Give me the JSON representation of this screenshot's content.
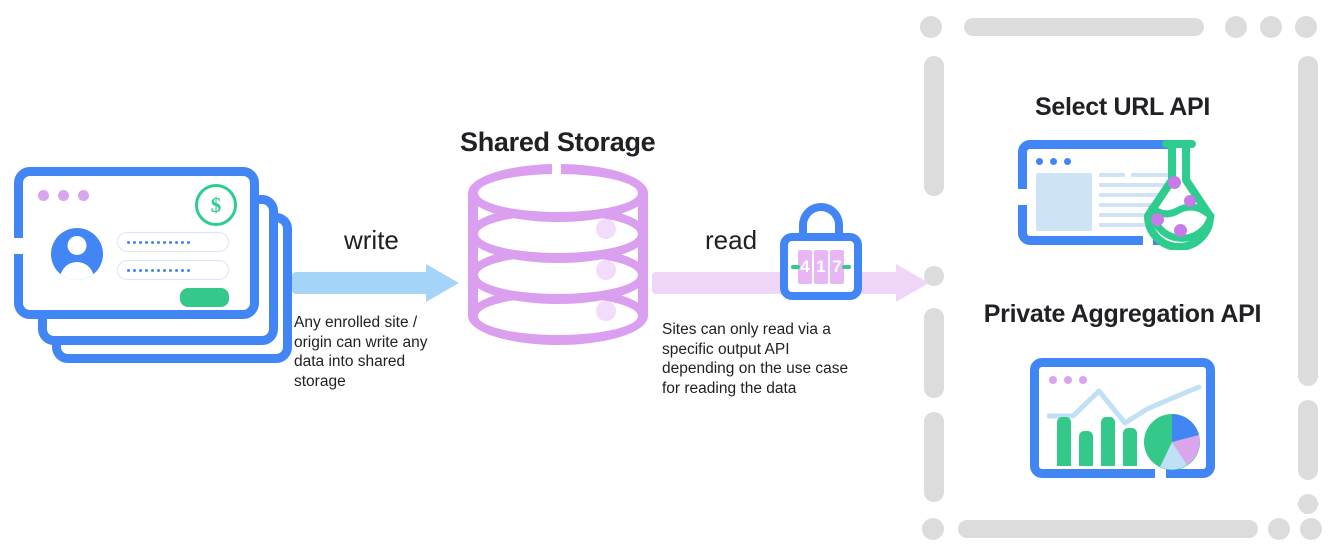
{
  "diagram": {
    "title": "Shared Storage write and read flow",
    "center": {
      "label": "Shared Storage",
      "icon": "database-cylinder-icon"
    },
    "flows": [
      {
        "id": "write",
        "label": "write",
        "caption": "Any enrolled site /\norigin can write any\ndata into shared\nstorage",
        "arrow_color": "#A4D4F7",
        "direction": "left-to-right"
      },
      {
        "id": "read",
        "label": "read",
        "caption": "Sites can only read via a\nspecific output API\ndepending on the use case\nfor reading the data",
        "arrow_color": "#EFD6F8",
        "direction": "left-to-right"
      }
    ],
    "source": {
      "icon": "stacked-browser-cards-icon",
      "badge": "$",
      "badge_color": "#2ECC8F",
      "window_dots": 3,
      "form_fields": 2,
      "submit_color": "#34C98A",
      "avatar": "user-avatar-icon"
    },
    "lock": {
      "icon": "padlock-icon",
      "digits": [
        "4",
        "1",
        "7"
      ],
      "body_color": "#4285F4",
      "dial_color": "#E8B6F5",
      "dash_color": "#34C98A"
    },
    "apis": [
      {
        "id": "select-url-api",
        "label": "Select URL API",
        "icon": "browser-flask-icon",
        "flask_color": "#2ECC8F",
        "bubble_color": "#C77BE8",
        "bubbles": 4
      },
      {
        "id": "private-aggregation-api",
        "label": "Private Aggregation API",
        "icon": "dashboard-charts-icon",
        "bar_color": "#34C98A",
        "line_color": "#BFE0F5",
        "bars": 4,
        "pie_slices": [
          "#34C98A",
          "#4285F4",
          "#D9A6EE",
          "#BFE0F5"
        ]
      }
    ],
    "colors": {
      "blue": "#4285F4",
      "purple": "#DB9FF0",
      "green": "#34C98A",
      "light_blue": "#A4D4F7",
      "lavender": "#EFD6F8",
      "panel_border": "#DCDCDC",
      "text": "#202124"
    }
  }
}
